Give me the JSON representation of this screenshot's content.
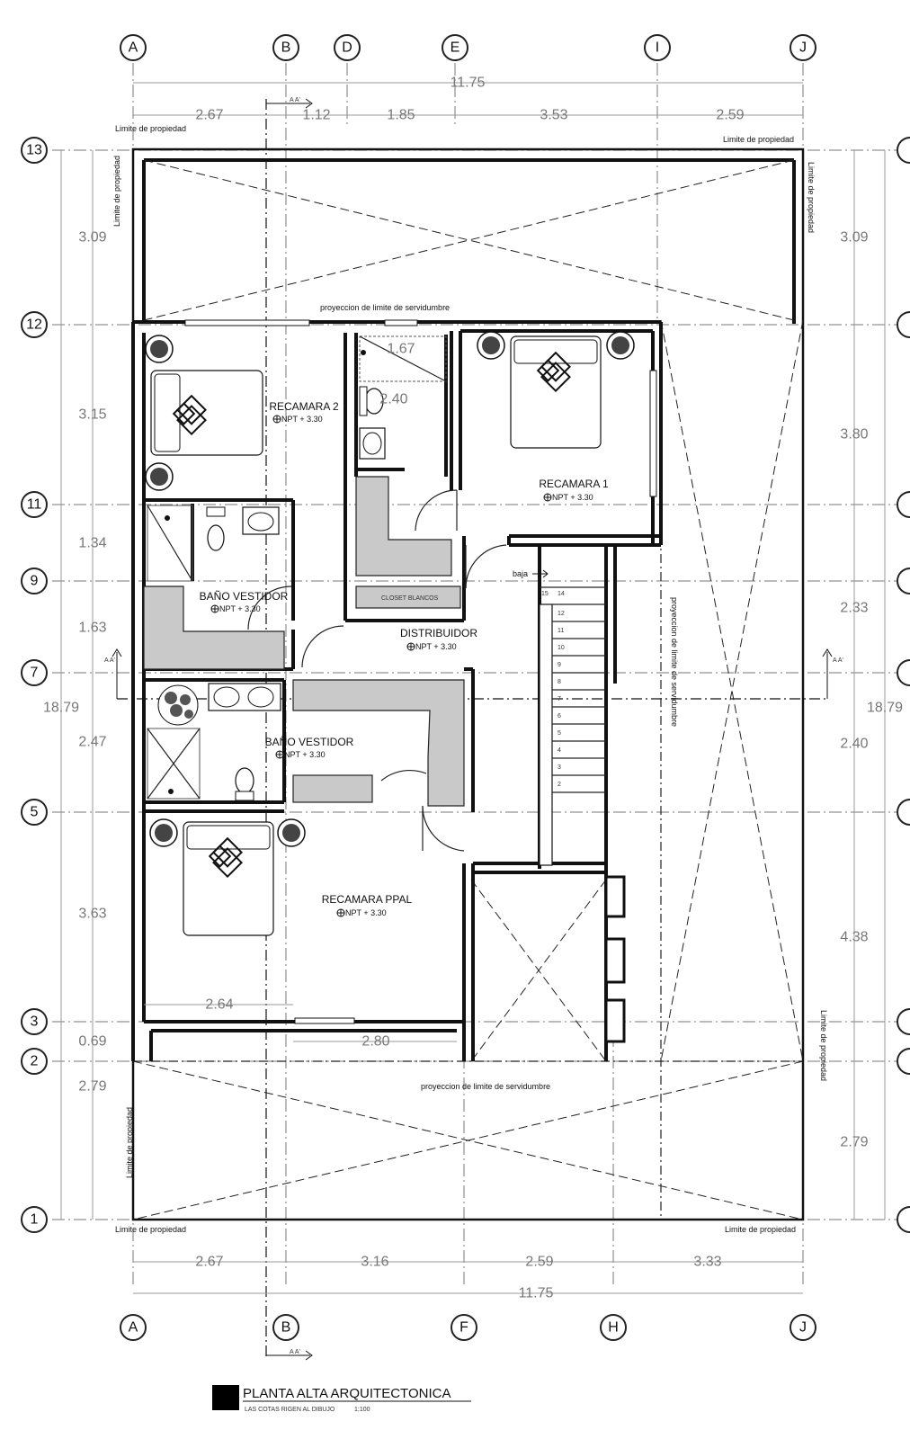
{
  "grid": {
    "top_columns": [
      "A",
      "B",
      "D",
      "E",
      "I",
      "J"
    ],
    "bottom_columns": [
      "A",
      "B",
      "F",
      "H",
      "J"
    ],
    "rows": [
      "13",
      "12",
      "11",
      "9",
      "7",
      "5",
      "3",
      "2",
      "1"
    ]
  },
  "dims": {
    "top_total": "11.75",
    "top_segments": [
      "2.67",
      "1.12",
      "1.85",
      "3.53",
      "2.59"
    ],
    "bottom_segments": [
      "2.67",
      "3.16",
      "2.59",
      "3.33"
    ],
    "bottom_total": "11.75",
    "left_segments": [
      "3.09",
      "3.15",
      "1.34",
      "1.63",
      "2.47",
      "3.63",
      "0.69",
      "2.79"
    ],
    "left_total": "18.79",
    "right_segments": [
      "3.09",
      "3.80",
      "2.33",
      "2.40",
      "4.38",
      "2.79"
    ],
    "right_total": "18.79",
    "bath_dim": "1.67",
    "wc_dim": "2.40",
    "interior_2_64": "2.64",
    "interior_2_80": "2.80"
  },
  "labels": {
    "property_limit": "Limite de propiedad",
    "servidumbre_projection": "proyeccion de limite de servidumbre",
    "section_aa": "A A'",
    "baja": "baja",
    "closet": "CLOSET BLANCOS"
  },
  "rooms": [
    {
      "name": "RECAMARA 2",
      "npt": "NPT  + 3.30"
    },
    {
      "name": "RECAMARA 1",
      "npt": "NPT  + 3.30"
    },
    {
      "name": "BAÑO VESTIDOR",
      "npt": "NPT  + 3.30"
    },
    {
      "name": "DISTRIBUIDOR",
      "npt": "NPT  + 3.30"
    },
    {
      "name": "BAÑO VESTIDOR",
      "npt": "NPT  + 3.30"
    },
    {
      "name": "RECAMARA PPAL",
      "npt": "NPT  + 3.30"
    }
  ],
  "stair_steps": [
    "15",
    "14",
    "12",
    "11",
    "10",
    "9",
    "8",
    "7",
    "6",
    "5",
    "4",
    "3",
    "2"
  ],
  "title_block": {
    "title": "PLANTA ALTA ARQUITECTONICA",
    "subtitle": "LAS COTAS RIGEN AL DIBUJO",
    "scale": "1:100"
  }
}
